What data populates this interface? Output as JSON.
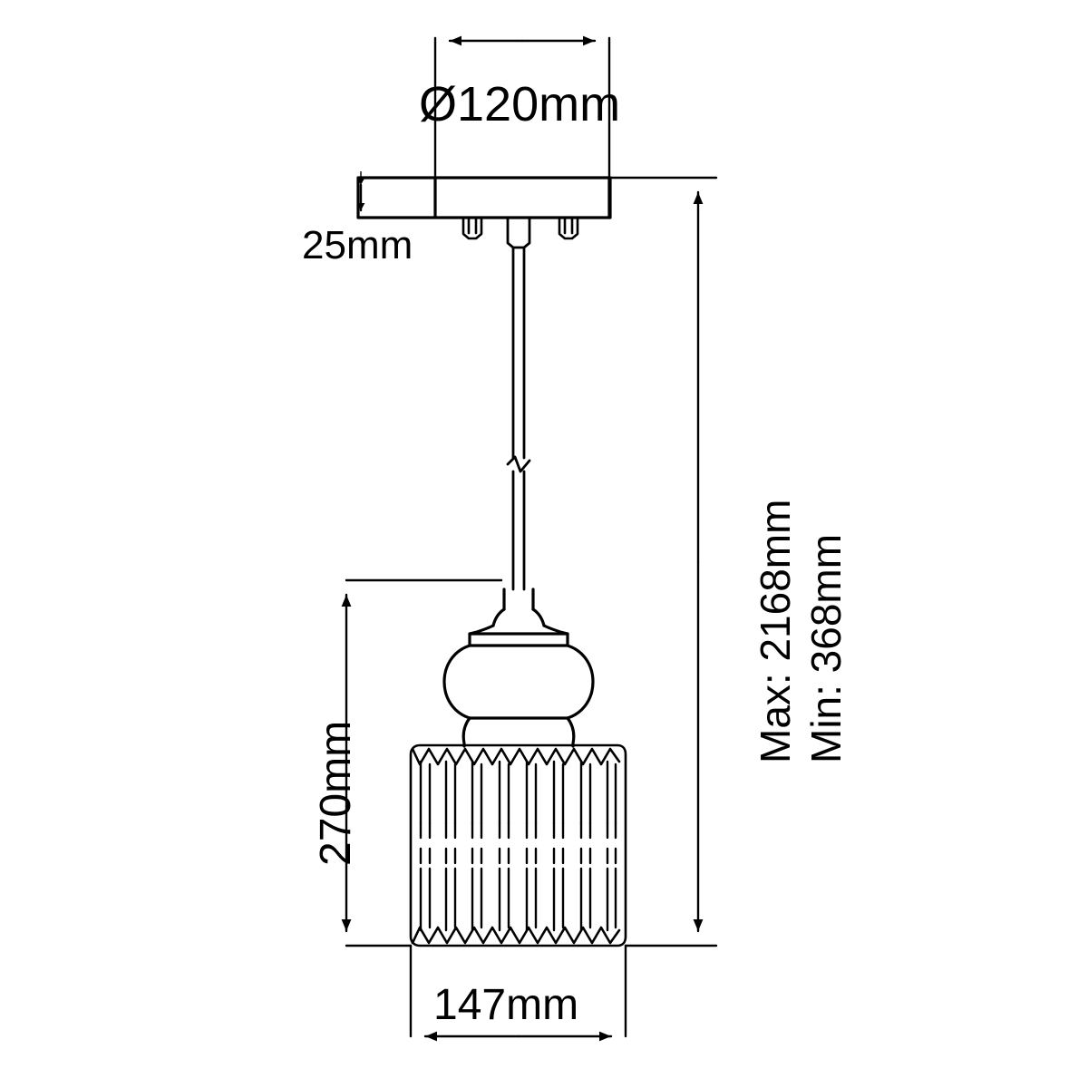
{
  "drawing": {
    "type": "pendant-light-dimension-drawing",
    "units": "mm",
    "line_color": "#000000",
    "background_color": "#ffffff"
  },
  "dimensions": {
    "canopy_diameter": "Ø120mm",
    "canopy_height": "25mm",
    "shade_height": "270mm",
    "shade_width": "147mm",
    "min_drop": "Min: 368mm",
    "max_drop": "Max: 2168mm"
  },
  "parts": {
    "canopy": "ceiling-canopy-plate",
    "mounting_screws": "canopy-mounting-screws",
    "cord_gland": "cord-entry-gland",
    "suspension_cord": "suspension-cord",
    "cord_break": "cord-break-symbol",
    "lamp_holder": "lamp-holder-neck",
    "lamp_body": "onion-shaped-lamp-body",
    "shade": "fluted-glass-shade"
  },
  "measurements_numeric": {
    "canopy_diameter_mm": 120,
    "canopy_height_mm": 25,
    "shade_height_mm": 270,
    "shade_width_mm": 147,
    "min_drop_mm": 368,
    "max_drop_mm": 2168
  }
}
